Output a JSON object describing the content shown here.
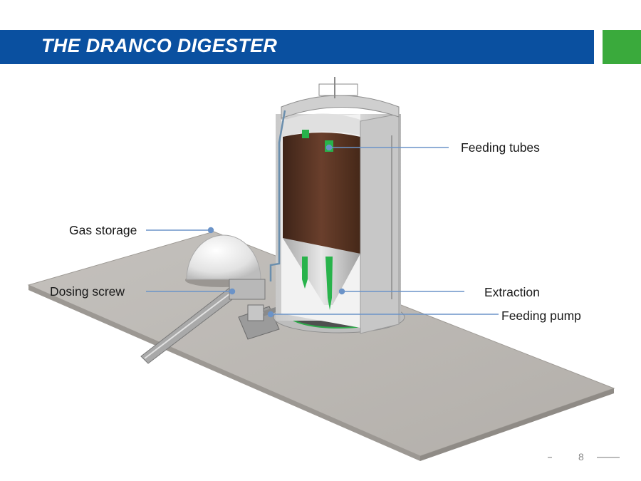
{
  "header": {
    "title": "THE DRANCO DIGESTER",
    "bar_color": "#0a50a0",
    "accent_color": "#3aaa3c"
  },
  "labels": {
    "feeding_tubes": "Feeding tubes",
    "gas_storage": "Gas storage",
    "dosing_screw": "Dosing screw",
    "extraction": "Extraction",
    "feeding_pump": "Feeding pump"
  },
  "leader_color": "#6b93c8",
  "footer": {
    "page_number": "8"
  }
}
